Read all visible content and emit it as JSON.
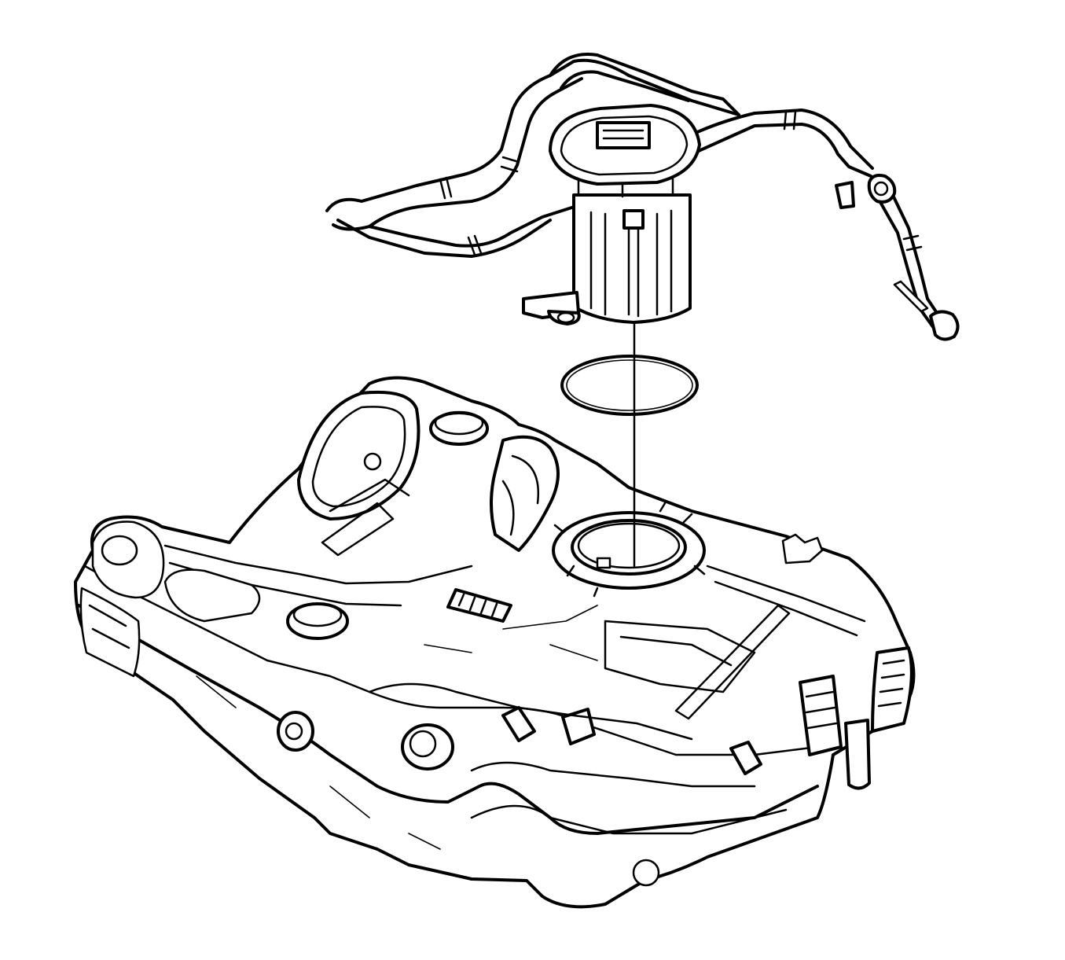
{
  "diagram": {
    "kind": "exploded-view line drawing",
    "colors": {
      "line": "#000000",
      "background": "#ffffff"
    },
    "parts": [
      "fuel-tank",
      "fuel-pump-module",
      "fuel-pump-seal-ring",
      "fuel-pump-opening",
      "fuel-lines",
      "quick-connect-fittings",
      "alignment-line"
    ]
  }
}
